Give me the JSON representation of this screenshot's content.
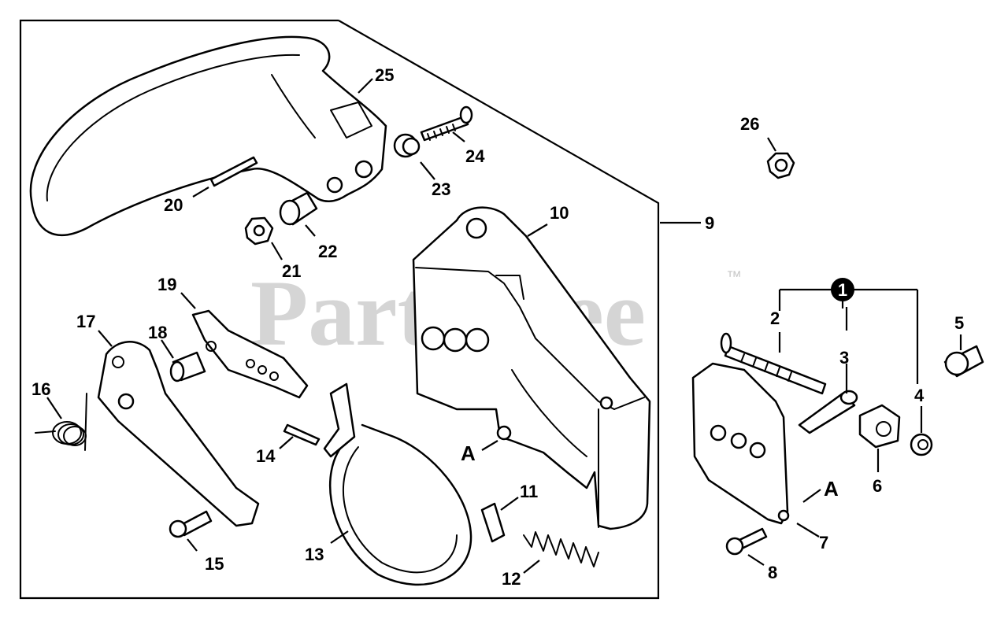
{
  "watermark": {
    "text": "PartsTree",
    "trademark": "™"
  },
  "kit_badge": "1",
  "reference_marker": "A",
  "callouts": [
    {
      "id": "p1",
      "label": "2"
    },
    {
      "id": "p2",
      "label": "3"
    },
    {
      "id": "p3",
      "label": "4"
    },
    {
      "id": "p4",
      "label": "5"
    },
    {
      "id": "p5",
      "label": "6"
    },
    {
      "id": "p6",
      "label": "7"
    },
    {
      "id": "p7",
      "label": "8"
    },
    {
      "id": "p8",
      "label": "9"
    },
    {
      "id": "p9",
      "label": "10"
    },
    {
      "id": "p10",
      "label": "11"
    },
    {
      "id": "p11",
      "label": "12"
    },
    {
      "id": "p12",
      "label": "13"
    },
    {
      "id": "p13",
      "label": "14"
    },
    {
      "id": "p14",
      "label": "15"
    },
    {
      "id": "p15",
      "label": "16"
    },
    {
      "id": "p16",
      "label": "17"
    },
    {
      "id": "p17",
      "label": "18"
    },
    {
      "id": "p18",
      "label": "19"
    },
    {
      "id": "p19",
      "label": "20"
    },
    {
      "id": "p20",
      "label": "21"
    },
    {
      "id": "p21",
      "label": "22"
    },
    {
      "id": "p22",
      "label": "23"
    },
    {
      "id": "p23",
      "label": "24"
    },
    {
      "id": "p24",
      "label": "25"
    },
    {
      "id": "p25",
      "label": "26"
    }
  ]
}
